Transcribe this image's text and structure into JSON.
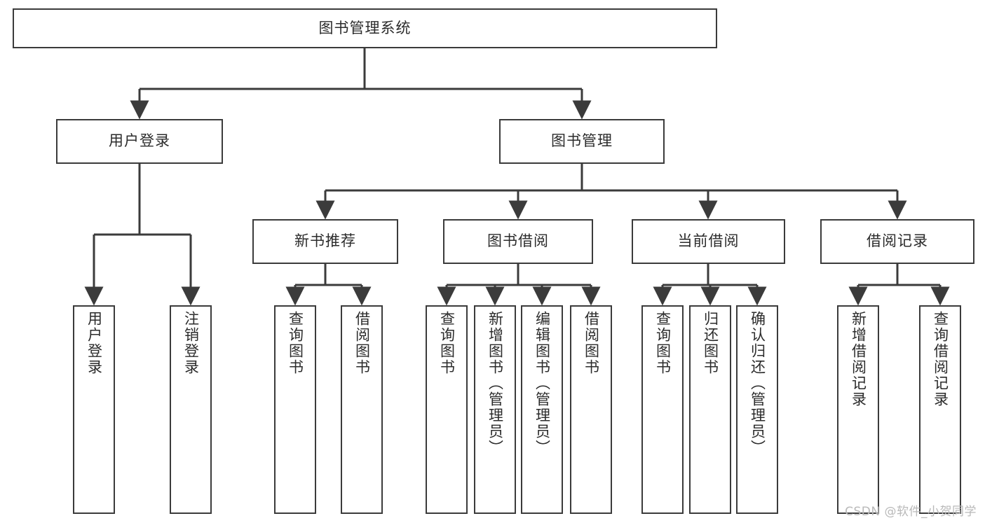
{
  "diagram": {
    "title": "图书管理系统",
    "type": "hierarchy-tree",
    "watermark": "CSDN @软件_小贺同学",
    "colors": {
      "background": "#ffffff",
      "border": "#3b3b3b",
      "text": "#2b2b2b",
      "connector": "#3b3b3b",
      "watermark": "#b9b9b9"
    },
    "root": {
      "label": "图书管理系统"
    },
    "level2": [
      {
        "label": "用户登录"
      },
      {
        "label": "图书管理"
      }
    ],
    "level3": [
      {
        "label": "新书推荐"
      },
      {
        "label": "图书借阅"
      },
      {
        "label": "当前借阅"
      },
      {
        "label": "借阅记录"
      }
    ],
    "leaves": {
      "user_login": [
        {
          "label": "用户登录"
        },
        {
          "label": "注销登录"
        }
      ],
      "new_book_recommend": [
        {
          "label": "查询图书"
        },
        {
          "label": "借阅图书"
        }
      ],
      "book_borrow": [
        {
          "label": "查询图书"
        },
        {
          "label": "新增图书（管理员）"
        },
        {
          "label": "编辑图书（管理员）"
        },
        {
          "label": "借阅图书"
        }
      ],
      "current_borrow": [
        {
          "label": "查询图书"
        },
        {
          "label": "归还图书"
        },
        {
          "label": "确认归还（管理员）"
        }
      ],
      "borrow_record": [
        {
          "label": "新增借阅记录"
        },
        {
          "label": "查询借阅记录"
        }
      ]
    }
  }
}
